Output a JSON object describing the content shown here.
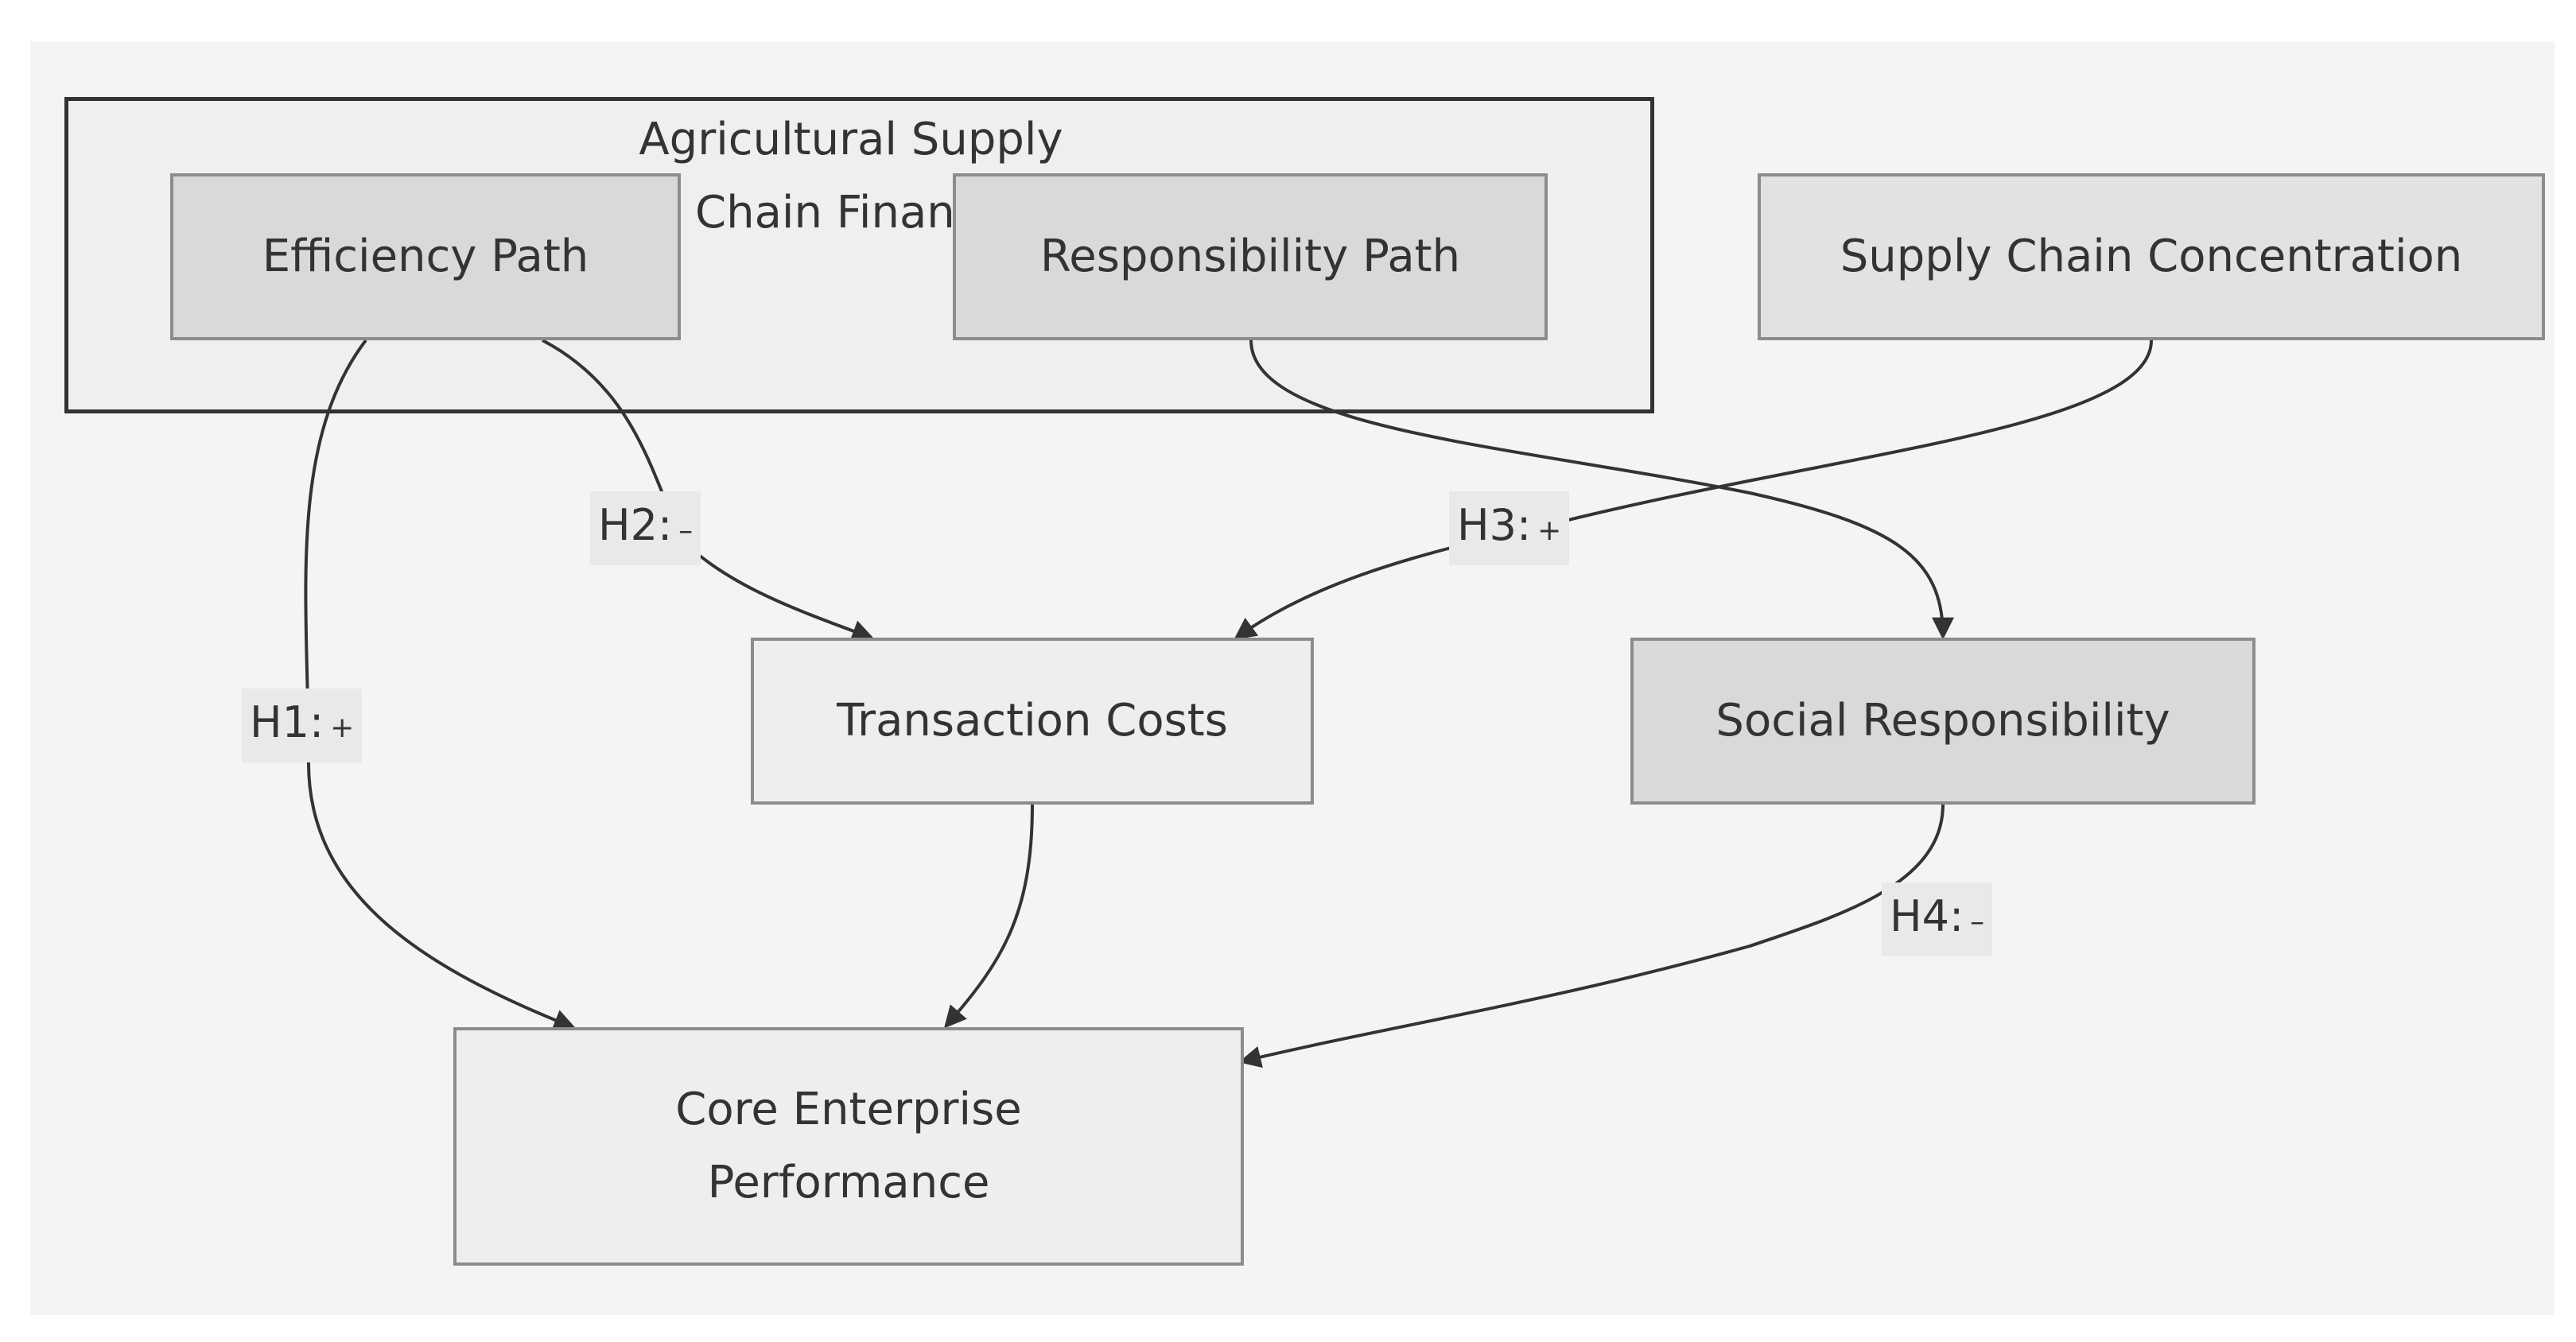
{
  "diagram": {
    "cluster": {
      "title": "Agricultural Supply Chain Finance"
    },
    "nodes": {
      "efficiency_path": "Efficiency Path",
      "responsibility_path": "Responsibility Path",
      "supply_chain_concentration": "Supply Chain Concentration",
      "transaction_costs": "Transaction Costs",
      "social_responsibility": "Social Responsibility",
      "core_enterprise_performance": "Core Enterprise Performance"
    },
    "edges": {
      "h1": {
        "label": "H1:",
        "sign": "+"
      },
      "h2": {
        "label": "H2:",
        "sign": "–"
      },
      "h3": {
        "label": "H3:",
        "sign": "+"
      },
      "h4": {
        "label": "H4:",
        "sign": "–"
      }
    }
  }
}
